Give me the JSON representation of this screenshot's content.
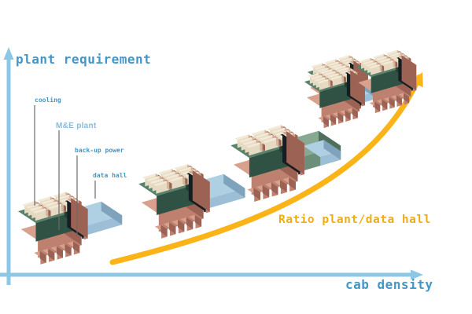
{
  "axes": {
    "y_label": "plant requirement",
    "x_label": "cab density",
    "axis_color": "#8CC7E5",
    "label_color": "#4496C6"
  },
  "curve": {
    "label": "Ratio plant/data hall",
    "color": "#FAB418",
    "label_color": "#EFAD14"
  },
  "callouts": [
    {
      "label": "cooling"
    },
    {
      "label": "M&E plant"
    },
    {
      "label": "back-up power"
    },
    {
      "label": "data hall"
    }
  ],
  "illustration": {
    "stages": [
      {
        "name": "stage-1",
        "data_hall": "large",
        "plant": "small"
      },
      {
        "name": "stage-2",
        "data_hall": "large",
        "plant": "medium"
      },
      {
        "name": "stage-3",
        "data_hall": "small",
        "plant": "large"
      },
      {
        "name": "stage-4",
        "data_hall": "minimal",
        "plant": "dominant"
      }
    ],
    "block_palette": {
      "blue": {
        "top": "#AFCFE3",
        "front": "#9CBED6",
        "side": "#7FA3BC"
      },
      "sage": {
        "top": "#87A992",
        "front": "#6B8F78",
        "side": "#4E6F5C"
      },
      "green": {
        "top": "#5A8169",
        "front": "#2F5244",
        "side": "#223D31"
      },
      "pink": {
        "top": "#D8A18E",
        "front": "#BE8170",
        "side": "#9C6254"
      },
      "cream": {
        "top": "#F3E9D7",
        "front": "#E7DAC3",
        "side": "#CDBA9F"
      },
      "dark": {
        "top": "#2A3438",
        "front": "#20292D",
        "side": "#161E21"
      }
    },
    "leader_line_color": "#6B6B6B"
  }
}
